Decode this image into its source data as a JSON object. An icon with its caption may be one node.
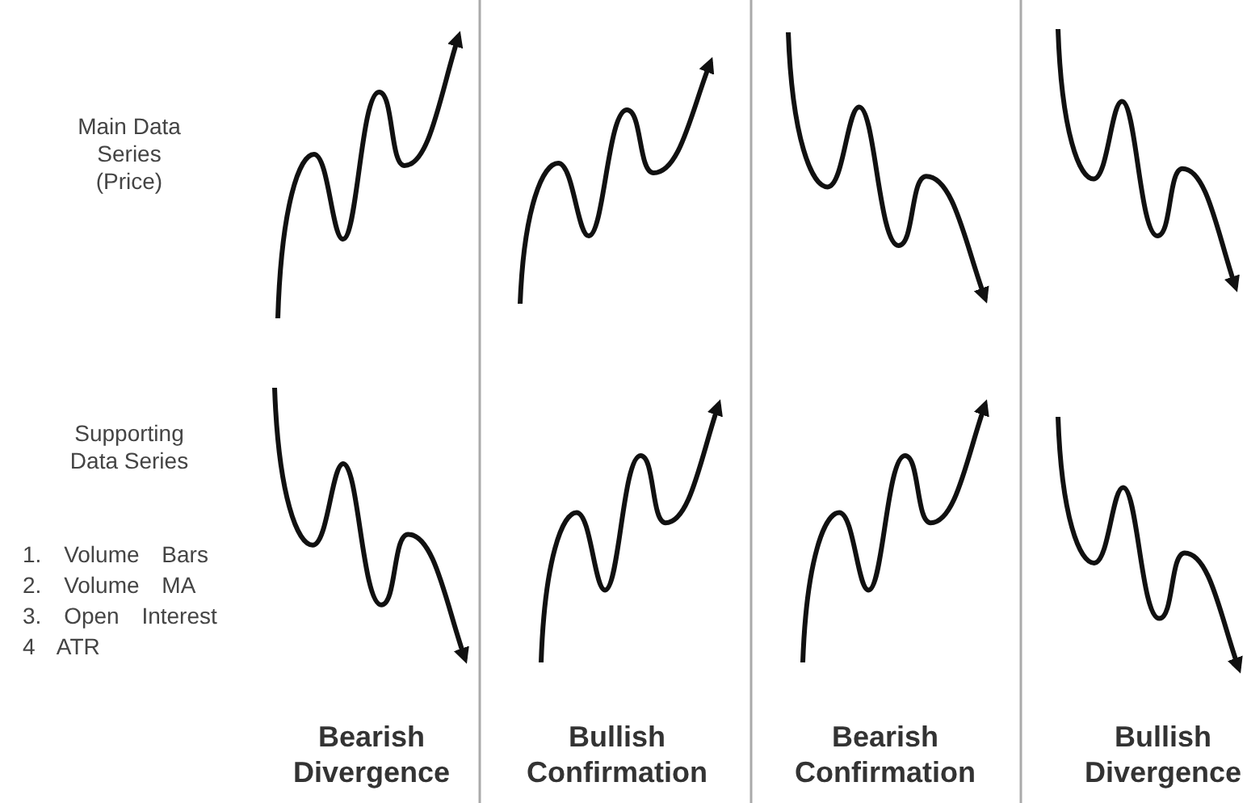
{
  "diagram": {
    "labels": [
      "Main Data Series (Price)",
      "Supporting Data Series",
      "1. Volume Bars",
      "2. Volume MA",
      "3. Open Interest",
      "4 ATR",
      "Bearish Divergence",
      "Bullish Confirmation",
      "Bearish Confirmation",
      "Bullish Divergence"
    ]
  }
}
